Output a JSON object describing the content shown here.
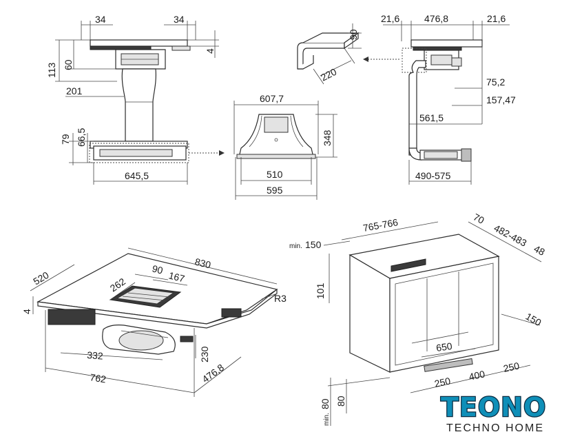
{
  "top_side_view": {
    "dim_width_left": "34",
    "dim_width_right": "34",
    "dim_height_113": "113",
    "dim_height_60": "60",
    "dim_thickness_4": "4",
    "dim_duct_201": "201",
    "dim_height_79": "79",
    "dim_height_66_5": "66,5",
    "dim_length_645_5": "645,5"
  },
  "transition_piece": {
    "dim_top_607_7": "607,7",
    "dim_height_348": "348",
    "dim_bottom_510": "510",
    "dim_bottom_595": "595"
  },
  "duct_bend": {
    "dim_height_90": "90",
    "dim_width_220": "220"
  },
  "right_side_view": {
    "dim_left_21_6": "21,6",
    "dim_width_476_8": "476,8",
    "dim_right_21_6": "21,6",
    "dim_75_2": "75,2",
    "dim_157_47": "157,47",
    "dim_561_5": "561,5",
    "dim_range_490_575": "490-575"
  },
  "hob_perspective": {
    "dim_830": "830",
    "dim_520": "520",
    "dim_90": "90",
    "dim_262": "262",
    "dim_167": "167",
    "dim_radius": "R3",
    "dim_thickness": "4",
    "dim_230": "230",
    "dim_332": "332",
    "dim_762": "762",
    "dim_476_8": "476,8"
  },
  "cabinet_view": {
    "dim_min_150": "150",
    "label_min": "min.",
    "dim_765_766": "765-766",
    "dim_70": "70",
    "dim_482_483": "482-483",
    "dim_48": "48",
    "dim_101": "101",
    "dim_150_right": "150",
    "dim_650": "650",
    "dim_250_left": "250",
    "dim_400": "400",
    "dim_250_right": "250",
    "dim_min_80": "80",
    "label_min_80": "min.",
    "dim_80": "80"
  },
  "logo": {
    "brand": "TEONO",
    "tagline": "TECHNO HOME",
    "color_primary": "#0f8fb8",
    "color_outline": "#0a2a40"
  }
}
